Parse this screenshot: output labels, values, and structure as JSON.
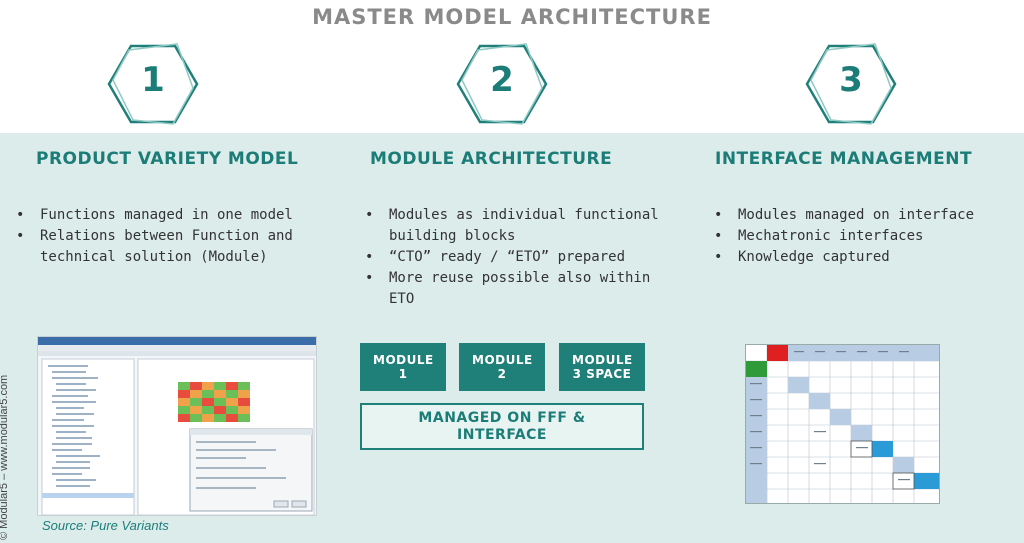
{
  "title": "MASTER MODEL ARCHITECTURE",
  "steps": [
    {
      "number": "1",
      "heading": "PRODUCT VARIETY MODEL",
      "bullets": [
        "Functions managed in one model",
        "Relations between Function and technical solution (Module)"
      ]
    },
    {
      "number": "2",
      "heading": "MODULE ARCHITECTURE",
      "bullets": [
        "Modules as individual functional building blocks",
        "“CTO” ready / “ETO” prepared",
        "More reuse possible also within ETO"
      ],
      "modules": [
        "MODULE 1",
        "MODULE 2",
        "MODULE 3 SPACE"
      ],
      "managed_box": "MANAGED ON FFF & INTERFACE"
    },
    {
      "number": "3",
      "heading": "INTERFACE MANAGEMENT",
      "bullets": [
        "Modules managed on interface",
        "Mechatronic interfaces",
        "Knowledge captured"
      ]
    }
  ],
  "source": "Source: Pure Variants",
  "copyright": "© Modular5 – www.modular5.com",
  "colors": {
    "accent": "#1f7f79",
    "band": "#dcecea",
    "title": "#8a8a8a"
  },
  "icons": [
    "hexagon-icon"
  ]
}
